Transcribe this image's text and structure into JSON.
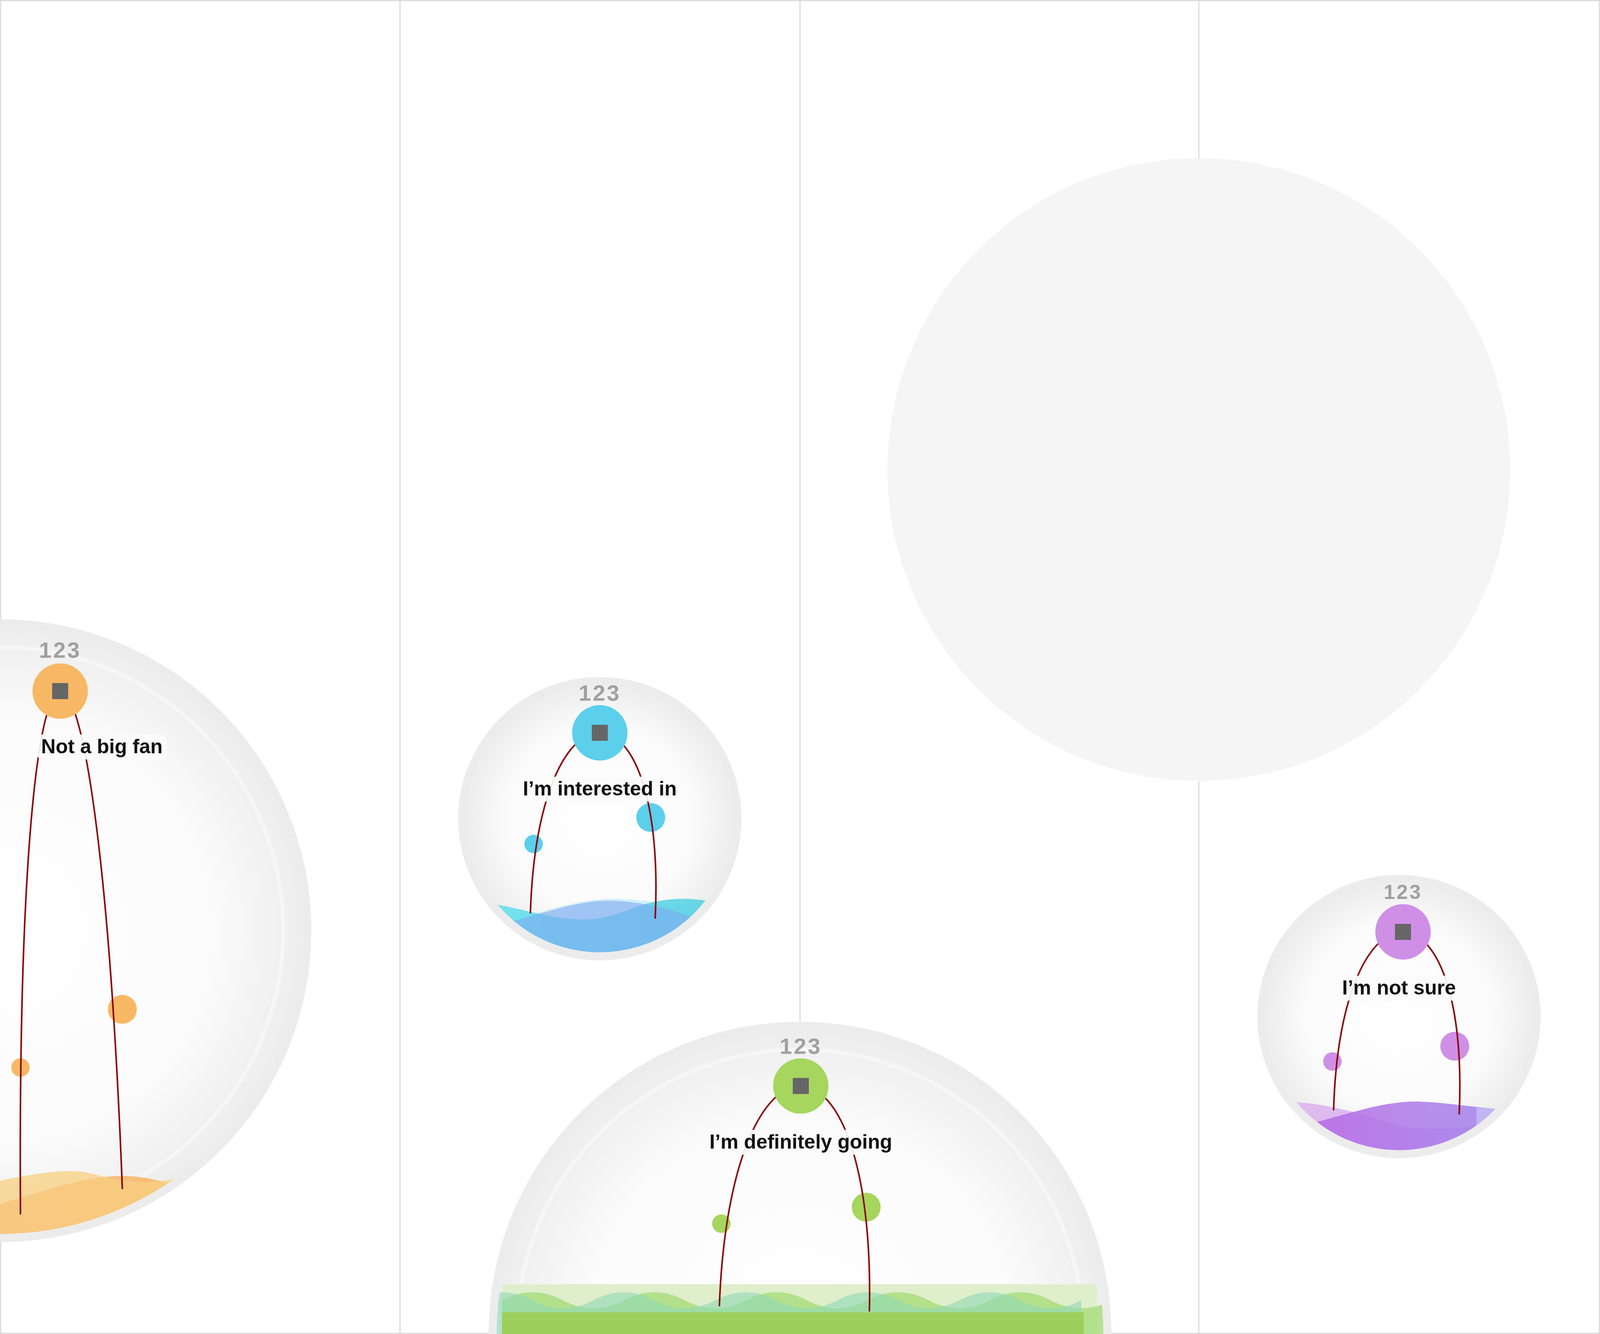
{
  "diagram": {
    "nodes": [
      {
        "text": [
          "123",
          "Not a big fan"
        ]
      },
      {
        "text": [
          "123",
          "I’m interested in"
        ]
      },
      {
        "text": [
          "123",
          "I’m definitely going"
        ]
      },
      {
        "text": [
          "123",
          "I’m not sure"
        ]
      }
    ]
  }
}
